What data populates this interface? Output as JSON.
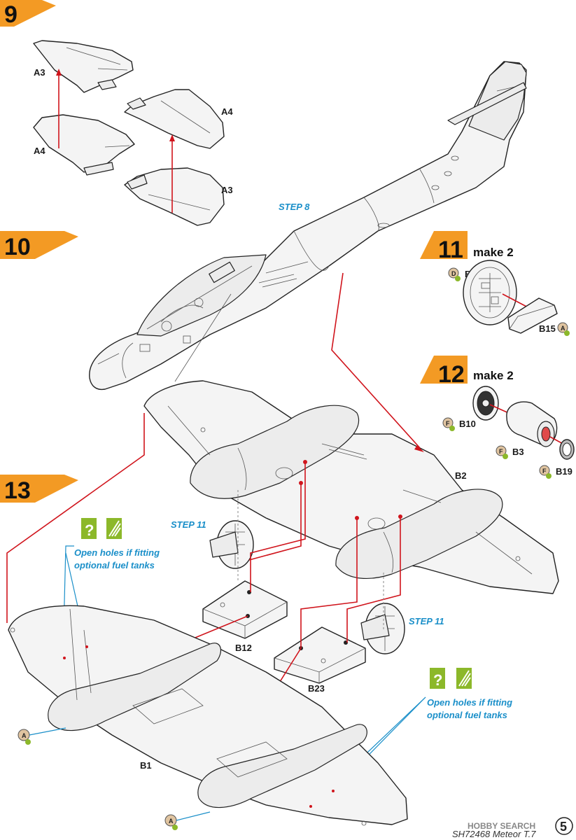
{
  "steps": [
    {
      "number": "9"
    },
    {
      "number": "10"
    },
    {
      "number": "11",
      "note": "make 2"
    },
    {
      "number": "12",
      "note": "make 2"
    },
    {
      "number": "13"
    }
  ],
  "step9": {
    "parts": [
      "A3",
      "A4",
      "A4",
      "A3"
    ]
  },
  "step10": {
    "ref": "STEP 8"
  },
  "step11": {
    "parts": [
      "B8",
      "B15"
    ],
    "paints": [
      "D",
      "A"
    ]
  },
  "step12": {
    "parts": [
      "B10",
      "B3",
      "B19",
      "B2"
    ],
    "paints": [
      "F",
      "F",
      "F"
    ]
  },
  "step13": {
    "refs": [
      "STEP 11",
      "STEP 11"
    ],
    "notes": [
      {
        "line1": "Open holes if fitting",
        "line2": "optional fuel tanks"
      },
      {
        "line1": "Open holes if fitting",
        "line2": "optional fuel tanks"
      }
    ],
    "parts": [
      "B12",
      "B23",
      "B1"
    ],
    "paints": [
      "A",
      "A"
    ],
    "option_icon": "?"
  },
  "footer": {
    "title": "SH72468 Meteor T.7",
    "page": "5",
    "watermark": "HOBBY SEARCH"
  },
  "colors": {
    "accent": "#f39a24",
    "guide": "#d0141c",
    "note": "#1a8fc9",
    "option": "#8cb82a"
  }
}
